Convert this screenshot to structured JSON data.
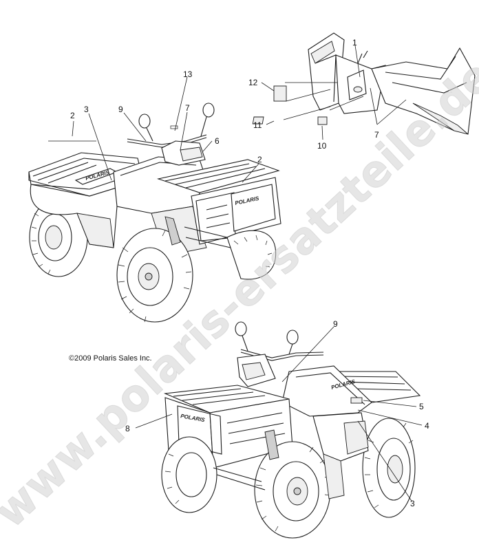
{
  "copyright": "©2009 Polaris Sales Inc.",
  "watermark": "www.polaris-ersatzteile.de",
  "brand_decal": "POLARIS",
  "callouts": {
    "c1": "1",
    "c2a": "2",
    "c2b": "2",
    "c3a": "3",
    "c3b": "3",
    "c4": "4",
    "c5": "5",
    "c6": "6",
    "c7a": "7",
    "c7b": "7",
    "c8": "8",
    "c9a": "9",
    "c9b": "9",
    "c10": "10",
    "c11": "11",
    "c12": "12",
    "c13": "13"
  }
}
